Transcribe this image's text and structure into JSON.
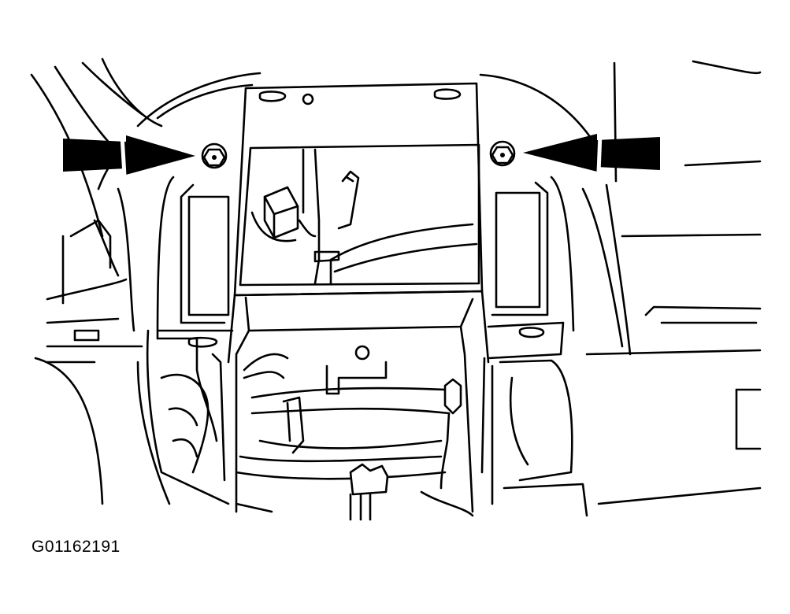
{
  "figure": {
    "id_label": "G01162191",
    "line_color": "#000000",
    "background_color": "#ffffff",
    "callouts": [
      {
        "name": "left-fastener-arrow",
        "points_to": "left-mounting-bolt"
      },
      {
        "name": "right-fastener-arrow",
        "points_to": "right-mounting-bolt"
      }
    ]
  }
}
